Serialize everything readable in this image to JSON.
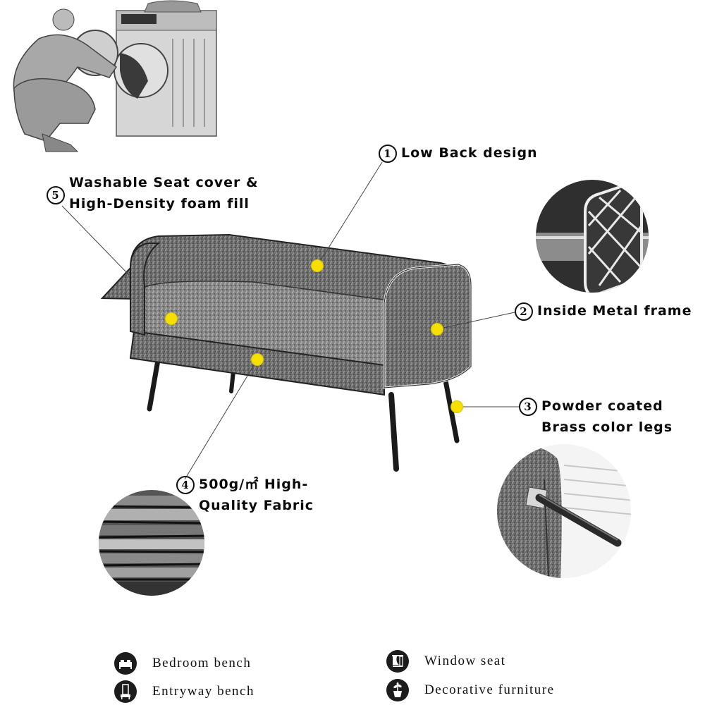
{
  "callouts": [
    {
      "num": "1",
      "lines": [
        "Low Back design"
      ]
    },
    {
      "num": "2",
      "lines": [
        "Inside Metal frame"
      ]
    },
    {
      "num": "3",
      "lines": [
        "Powder coated",
        "Brass color legs"
      ]
    },
    {
      "num": "4",
      "lines": [
        "500g/㎡ High-",
        "Quality Fabric"
      ]
    },
    {
      "num": "5",
      "lines": [
        "Washable Seat cover &",
        "High-Density foam fill"
      ]
    }
  ],
  "uses": [
    {
      "label": "Bedroom bench",
      "icon": "bed-icon"
    },
    {
      "label": "Entryway bench",
      "icon": "mirror-console-icon"
    },
    {
      "label": "Window seat",
      "icon": "window-curtain-icon"
    },
    {
      "label": "Decorative furniture",
      "icon": "potted-plant-icon"
    }
  ],
  "colors": {
    "marker": "#f5e000",
    "fabric": "#6b6b6b",
    "legs": "#1a1a1a"
  }
}
